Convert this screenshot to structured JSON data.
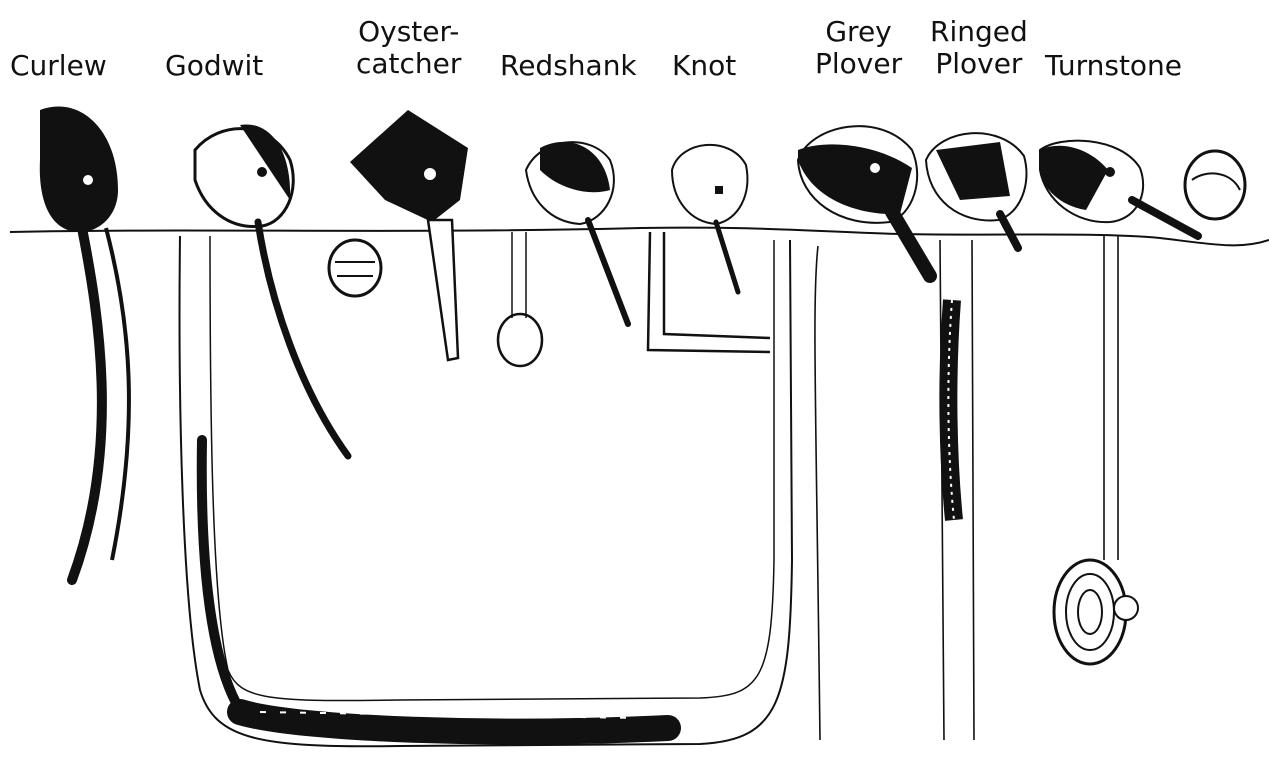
{
  "birds": [
    {
      "line1": "",
      "line2": "Curlew"
    },
    {
      "line1": "",
      "line2": "Godwit"
    },
    {
      "line1": "Oyster-",
      "line2": "catcher"
    },
    {
      "line1": "",
      "line2": "Redshank"
    },
    {
      "line1": "",
      "line2": "Knot"
    },
    {
      "line1": "Grey",
      "line2": "Plover"
    },
    {
      "line1": "Ringed",
      "line2": "Plover"
    },
    {
      "line1": "",
      "line2": "Turnstone"
    }
  ],
  "colors": {
    "ink": "#111111",
    "background": "#ffffff"
  }
}
